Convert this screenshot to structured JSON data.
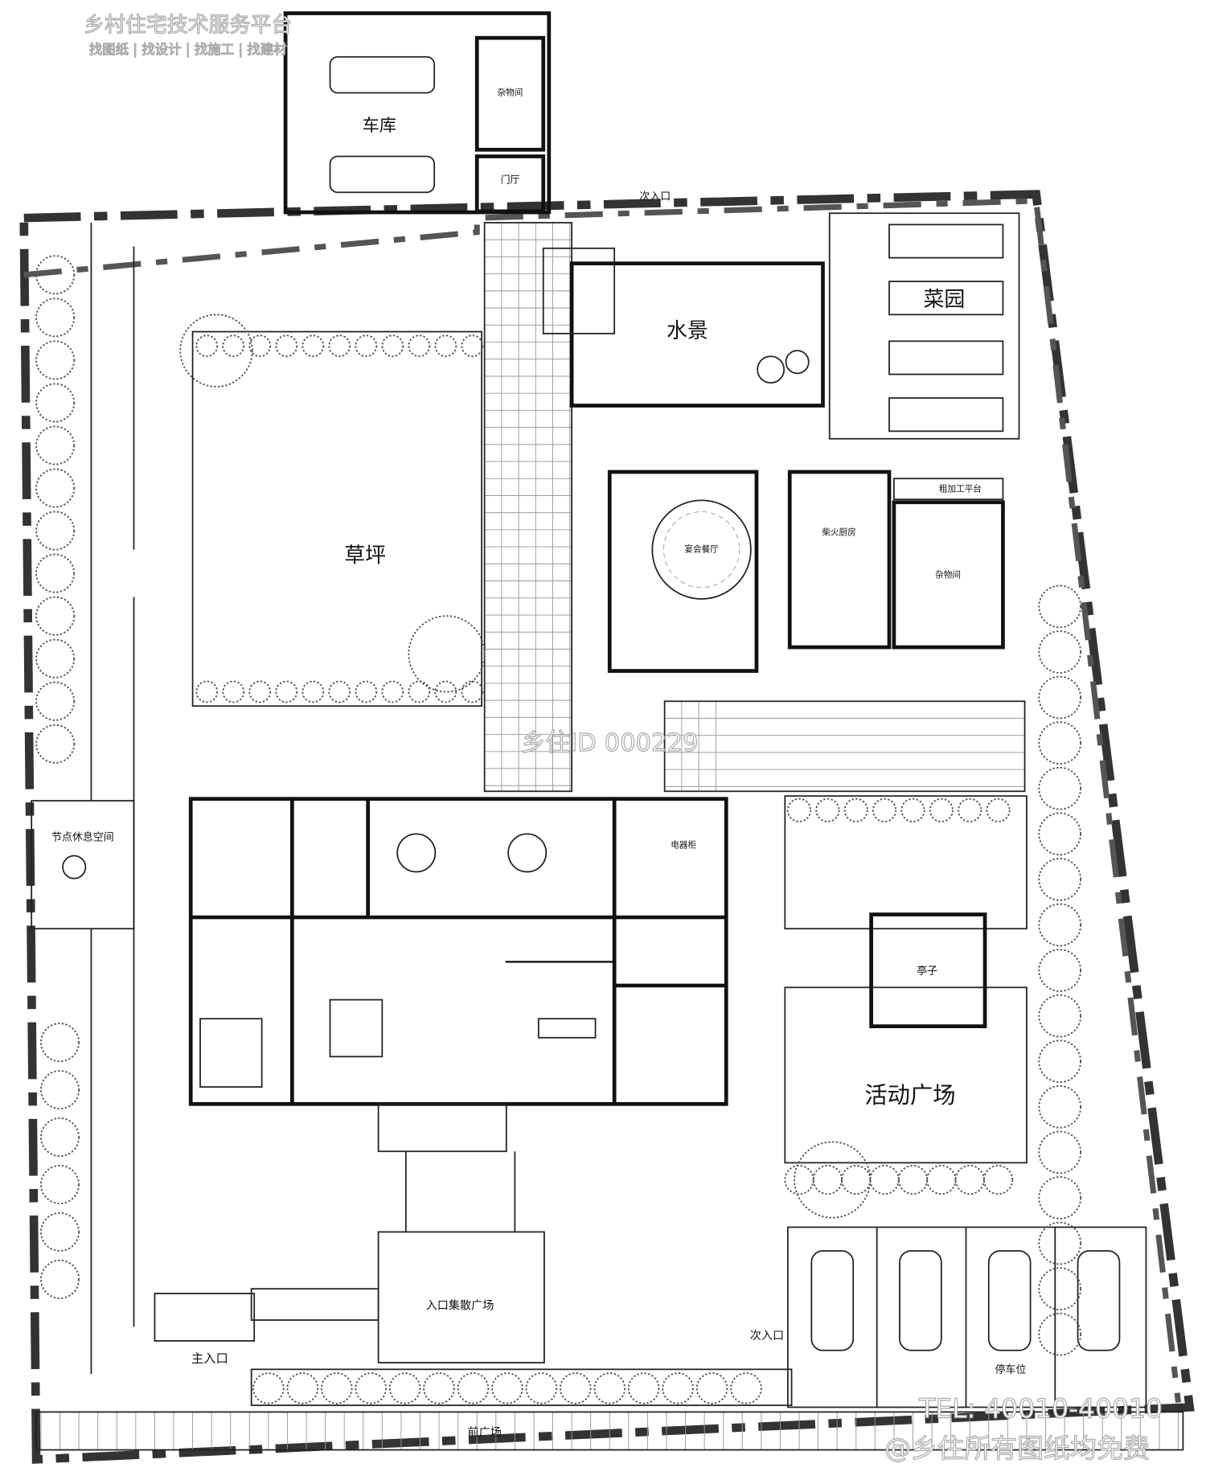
{
  "watermark": {
    "platform": "乡村住宅技术服务平台",
    "tagline": "找图纸 | 找设计 | 找施工 | 找建材",
    "id": "乡住ID 000229",
    "tel": "TEL: 40010-40010",
    "free": "@乡住所有图纸均免费"
  },
  "labels": {
    "garage": "车库",
    "storage_garage": "杂物间",
    "foyer": "门厅",
    "secondary_entrance_top": "次入口",
    "water_feature": "水景",
    "vegetable_garden": "菜园",
    "lawn": "草坪",
    "banquet_hall": "宴会餐厅",
    "firewood_kitchen": "柴火厨房",
    "storage_kitchen": "杂物间",
    "prep_platform": "粗加工平台",
    "appliance_cabinet": "电器柜",
    "rest_node": "节点休息空间",
    "pavilion": "亭子",
    "activity_plaza": "活动广场",
    "entrance_plaza": "入口集散广场",
    "secondary_entrance_bottom": "次入口",
    "main_entrance": "主入口",
    "front_plaza": "前广场",
    "parking": "停车位"
  }
}
